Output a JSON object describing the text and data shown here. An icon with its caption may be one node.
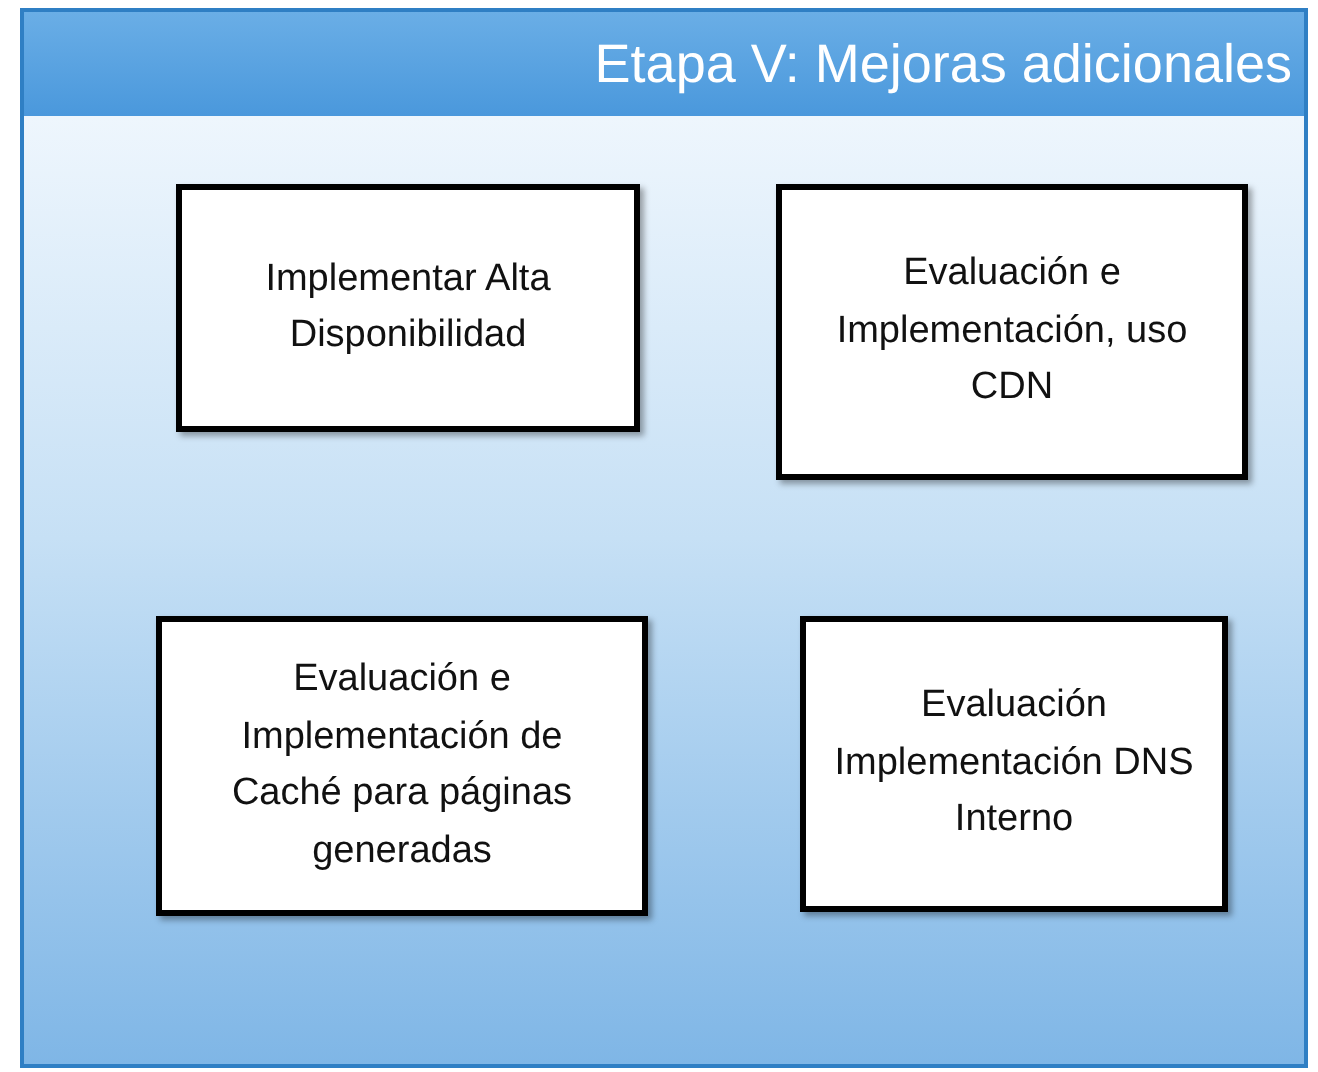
{
  "diagram": {
    "nodes": [
      {
        "text": [
          "Etapa V: Mejoras adicionales"
        ]
      },
      {
        "text": [
          "Implementar Alta Disponibilidad"
        ],
        "in": 0
      },
      {
        "text": [
          "Evaluación e Implementación, uso CDN"
        ],
        "in": 0
      },
      {
        "text": [
          "Evaluación e Implementación de Caché para páginas generadas"
        ],
        "in": 0
      },
      {
        "text": [
          "Evaluación Implementación DNS Interno"
        ],
        "in": 0
      }
    ]
  }
}
